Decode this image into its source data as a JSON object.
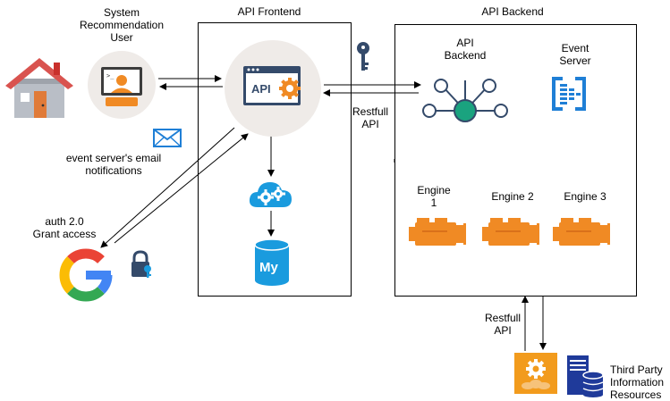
{
  "labels": {
    "user": "System\nRecommendation\nUser",
    "frontend_title": "API Frontend",
    "backend_title": "API Backend",
    "backend_node": "API\nBackend",
    "event_server": "Event\nServer",
    "email_note": "event server's email\nnotifications",
    "auth": "auth 2.0\nGrant access",
    "restful_front": "Restfull\nAPI",
    "restful_bottom": "Restfull\nAPI",
    "engine1": "Engine\n1",
    "engine2": "Engine 2",
    "engine3": "Engine 3",
    "third_party": "Third Party\nInformation\nResources",
    "api_icon_text": "API",
    "mysql_text": "My"
  },
  "colors": {
    "orange": "#f08a24",
    "teal": "#1aa37f",
    "navy": "#344a6a",
    "blue": "#1f7fd6",
    "cloud_blue": "#1a9bde",
    "roof": "#d9534f",
    "house": "#b9bec6",
    "circle_bg": "#efebe8",
    "third_orange": "#f29b1d",
    "server_blue": "#1f3a9a"
  },
  "icons": [
    "house-icon",
    "user-computer-icon",
    "api-gear-icon",
    "key-icon",
    "network-hub-icon",
    "event-hub-icon",
    "email-icon",
    "cloud-gears-icon",
    "mysql-icon",
    "google-icon",
    "padlock-icon",
    "engine-icon",
    "third-party-gear-icon",
    "server-database-icon"
  ]
}
